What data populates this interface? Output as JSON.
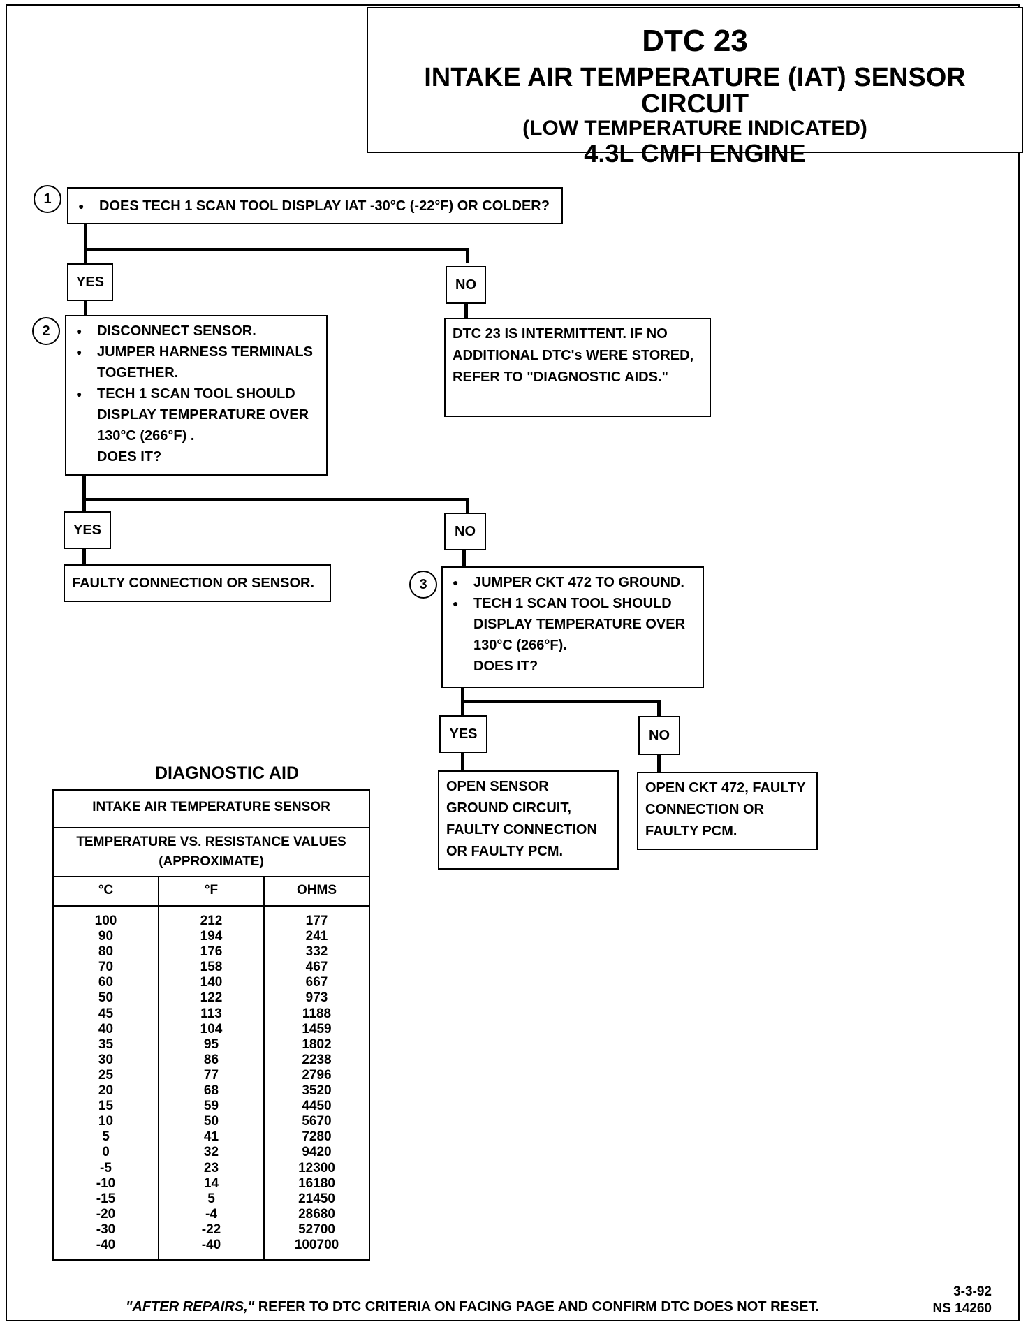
{
  "title": {
    "dtc": "DTC 23",
    "circuit": "INTAKE AIR TEMPERATURE (IAT) SENSOR CIRCUIT",
    "condition": "(LOW TEMPERATURE INDICATED)",
    "engine": "4.3L CMFI ENGINE"
  },
  "steps": {
    "s1": {
      "num": "1",
      "text": "DOES TECH 1 SCAN TOOL DISPLAY IAT -30°C (-22°F) OR COLDER?"
    },
    "s2": {
      "num": "2",
      "b1": "DISCONNECT SENSOR.",
      "b2": "JUMPER HARNESS TERMINALS TOGETHER.",
      "b3": "TECH 1 SCAN TOOL SHOULD DISPLAY TEMPERATURE OVER 130°C (266°F) .",
      "q": "DOES IT?"
    },
    "s3": {
      "num": "3",
      "b1": "JUMPER CKT 472 TO GROUND.",
      "b2": "TECH 1 SCAN TOOL SHOULD DISPLAY TEMPERATURE OVER 130°C (266°F).",
      "q": "DOES IT?"
    }
  },
  "labels": {
    "yes": "YES",
    "no": "NO"
  },
  "results": {
    "intermittent": "DTC 23 IS INTERMITTENT.  IF NO ADDITIONAL DTC's WERE STORED, REFER TO \"DIAGNOSTIC AIDS.\"",
    "faulty_connection": "FAULTY CONNECTION OR SENSOR.",
    "open_ground": "OPEN SENSOR GROUND CIRCUIT, FAULTY CONNECTION OR FAULTY PCM.",
    "open_ckt": "OPEN CKT 472, FAULTY CONNECTION OR FAULTY PCM."
  },
  "aid": {
    "title": "DIAGNOSTIC AID",
    "heading1": "INTAKE AIR TEMPERATURE SENSOR",
    "heading2_line1": "TEMPERATURE VS. RESISTANCE VALUES",
    "heading2_line2": "(APPROXIMATE)",
    "col_c": "°C",
    "col_f": "°F",
    "col_ohms": "OHMS",
    "rows_c": [
      "100",
      "90",
      "80",
      "70",
      "60",
      "50",
      "45",
      "40",
      "35",
      "30",
      "25",
      "20",
      "15",
      "10",
      "5",
      "0",
      "-5",
      "-10",
      "-15",
      "-20",
      "-30",
      "-40"
    ],
    "rows_f": [
      "212",
      "194",
      "176",
      "158",
      "140",
      "122",
      "113",
      "104",
      "95",
      "86",
      "77",
      "68",
      "59",
      "50",
      "41",
      "32",
      "23",
      "14",
      "5",
      "-4",
      "-22",
      "-40"
    ],
    "rows_ohms": [
      "177",
      "241",
      "332",
      "467",
      "667",
      "973",
      "1188",
      "1459",
      "1802",
      "2238",
      "2796",
      "3520",
      "4450",
      "5670",
      "7280",
      "9420",
      "12300",
      "16180",
      "21450",
      "28680",
      "52700",
      "100700"
    ]
  },
  "footer": {
    "italic": "\"AFTER REPAIRS,\"",
    "text": " REFER TO DTC CRITERIA ON FACING PAGE AND CONFIRM DTC DOES NOT RESET."
  },
  "doc_code": {
    "date": "3-3-92",
    "number": "NS 14260"
  }
}
